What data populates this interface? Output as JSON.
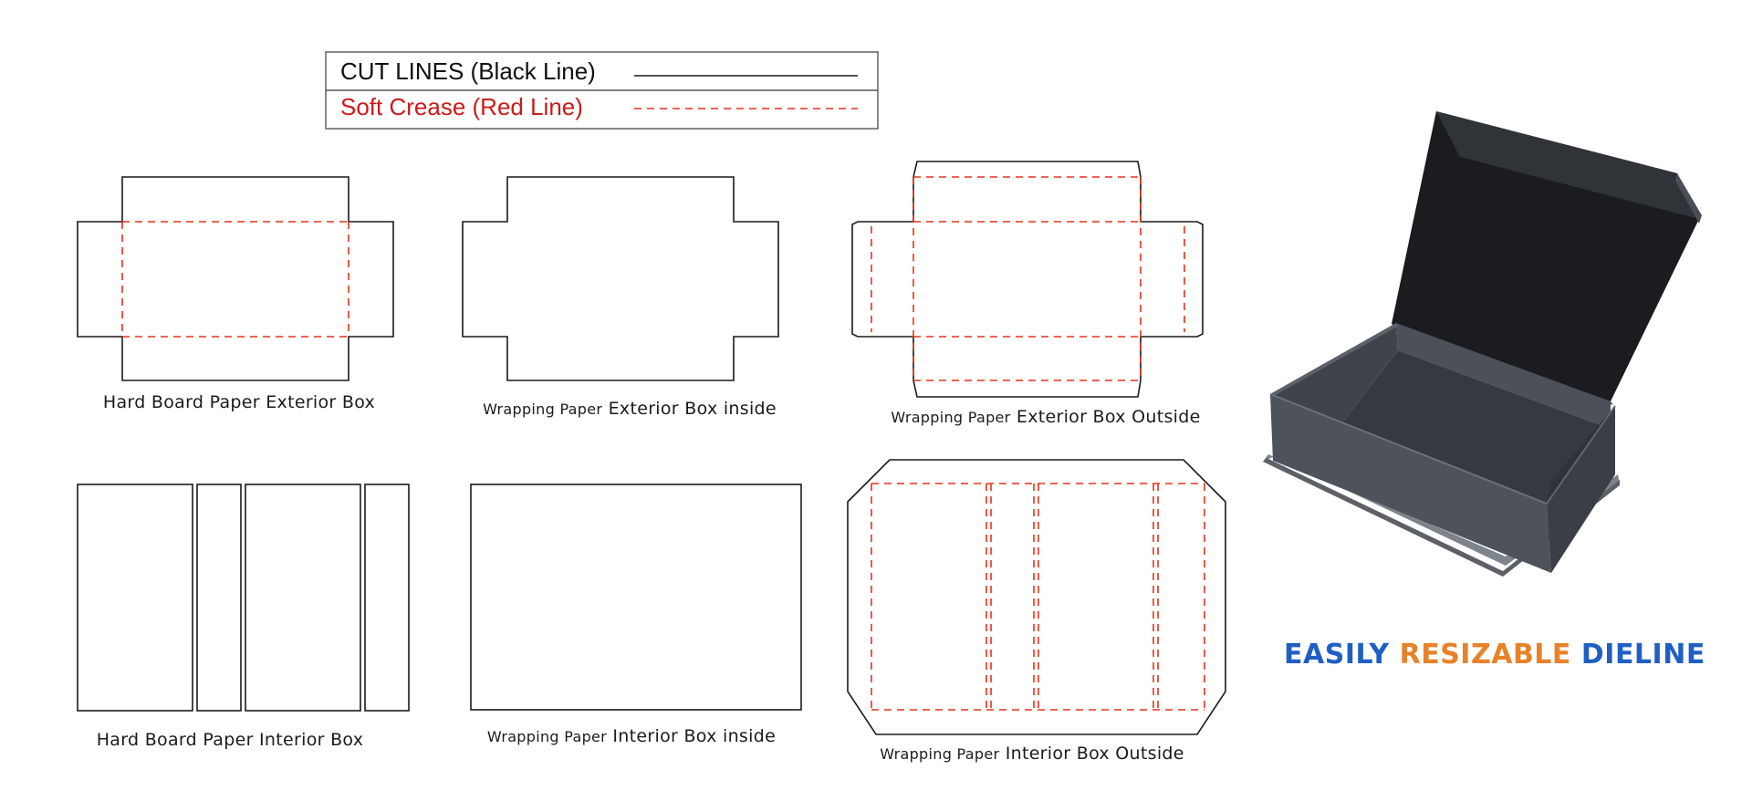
{
  "legend": {
    "cut_label": "CUT LINES (Black Line)",
    "crease_label": "Soft Crease (Red Line)"
  },
  "captions": {
    "hb_exterior": "Hard Board Paper Exterior Box",
    "wp_ext_inside_prefix": "Wrapping Paper",
    "wp_ext_inside_main": "Exterior Box inside",
    "wp_ext_outside_prefix": "Wrapping Paper",
    "wp_ext_outside_main": "Exterior Box Outside",
    "hb_interior": "Hard Board Paper Interior Box",
    "wp_int_inside_prefix": "Wrapping Paper",
    "wp_int_inside_main": "Interior Box inside",
    "wp_int_outside_prefix": "Wrapping Paper",
    "wp_int_outside_main": "Interior Box Outside"
  },
  "tagline": {
    "word1": "EASILY",
    "word2": "RESIZABLE",
    "word3": "DIELINE",
    "color_blue": "#1f5fc4",
    "color_orange": "#e8822a"
  },
  "colors": {
    "cut_line": "#1a1a1a",
    "crease_line": "#e2331c",
    "legend_red_text": "#cc1a1a"
  },
  "illustration": {
    "icon": "magnetic-closure-box-illustration"
  }
}
